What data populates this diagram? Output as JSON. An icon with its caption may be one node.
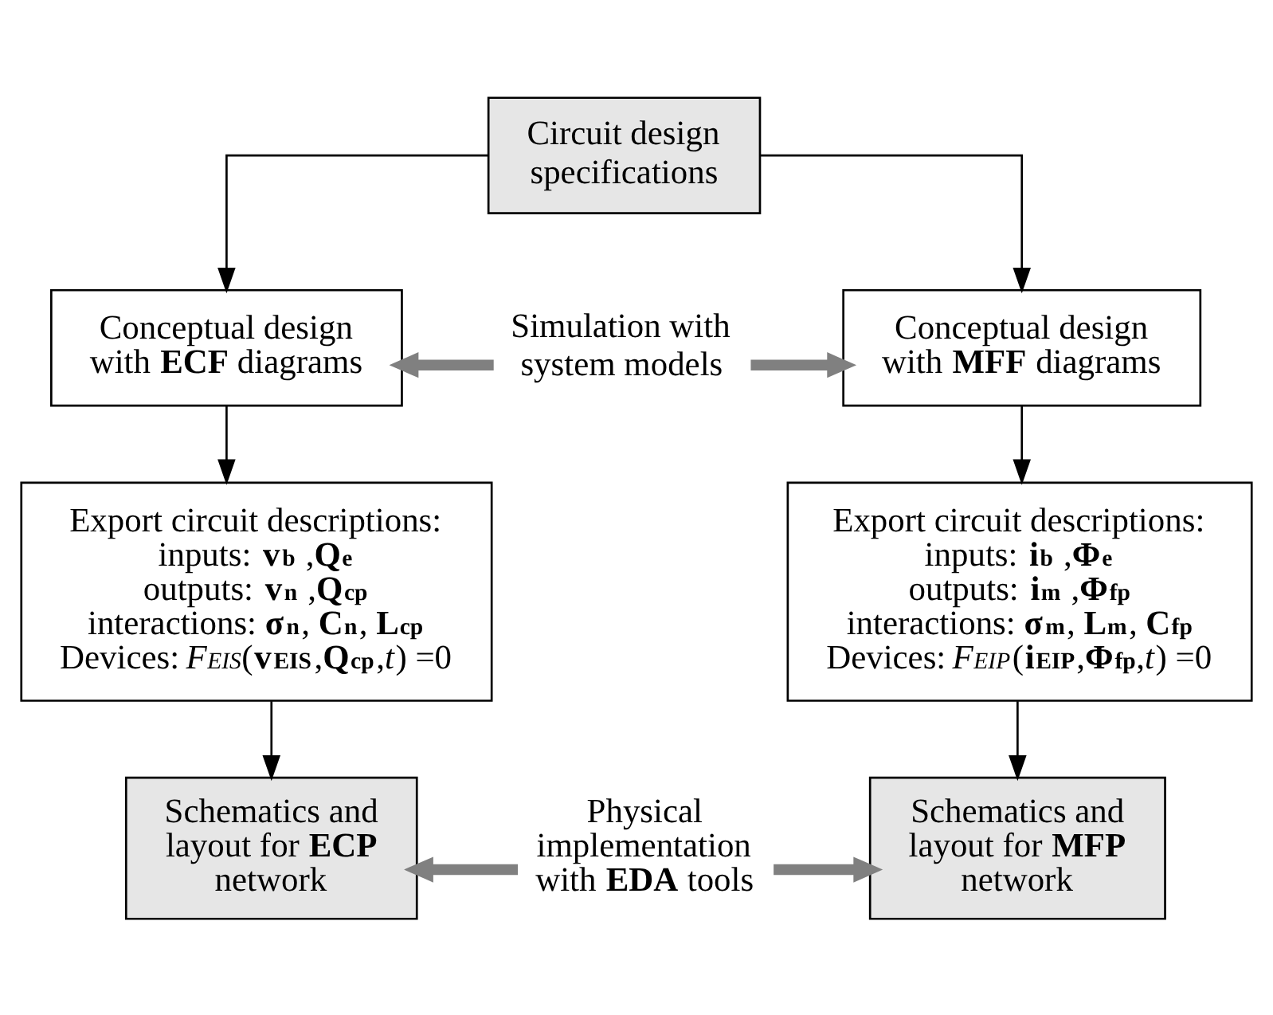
{
  "diagram": {
    "nodes": [
      {
        "text": [
          "Circuit design specifications"
        ]
      },
      {
        "text": [
          "Conceptual design with **ECF** diagrams"
        ]
      },
      {
        "text": [
          "Simulation with system models"
        ]
      },
      {
        "text": [
          "Conceptual design with **MFF** diagrams"
        ]
      },
      {
        "text": [
          "Export circuit descriptions:",
          "inputs: **v$_{b}$** ,**Q$_{e}$**",
          "outputs: **v$_{n}$** ,**Q$_{cp}$**",
          "interactions: **σ$_{n}$**, **C$_{n}$**, **L$_{cp}$**",
          "Devices: *F$_{EIS}$*(**v$_{EIS}$**,**Q$_{cp}$**,*t*) =0"
        ]
      },
      {
        "text": [
          "Export circuit descriptions:",
          "inputs: **i$_{b}$** ,**Φ$_{e}$**",
          "outputs: **i$_{m}$** ,**Φ$_{fp}$**",
          "interactions: **σ$_{m}$**, **L$_{m}$**, **C$_{fp}$**",
          "Devices: *F$_{EIP}$*(**i$_{EIP}$**,**Φ$_{fp}$**,*t*) =0"
        ]
      },
      {
        "text": [
          "Schematics and layout for **ECP** network"
        ]
      },
      {
        "text": [
          "Physical implementation with **EDA** tools"
        ]
      },
      {
        "text": [
          "Schematics and layout for **MFP** network"
        ]
      }
    ],
    "edges": [
      {
        "from": 0,
        "to": 1,
        "arrow": "to"
      },
      {
        "from": 0,
        "to": 3,
        "arrow": "to"
      },
      {
        "from": 2,
        "to": 1,
        "arrow": "to",
        "style": "thick",
        "color": "#808080"
      },
      {
        "from": 2,
        "to": 3,
        "arrow": "to",
        "style": "thick",
        "color": "#808080"
      },
      {
        "from": 1,
        "to": 4,
        "arrow": "to"
      },
      {
        "from": 3,
        "to": 5,
        "arrow": "to"
      },
      {
        "from": 4,
        "to": 6,
        "arrow": "to"
      },
      {
        "from": 5,
        "to": 8,
        "arrow": "to"
      },
      {
        "from": 7,
        "to": 6,
        "arrow": "to",
        "style": "thick",
        "color": "#808080"
      },
      {
        "from": 7,
        "to": 8,
        "arrow": "to",
        "style": "thick",
        "color": "#808080"
      }
    ]
  }
}
